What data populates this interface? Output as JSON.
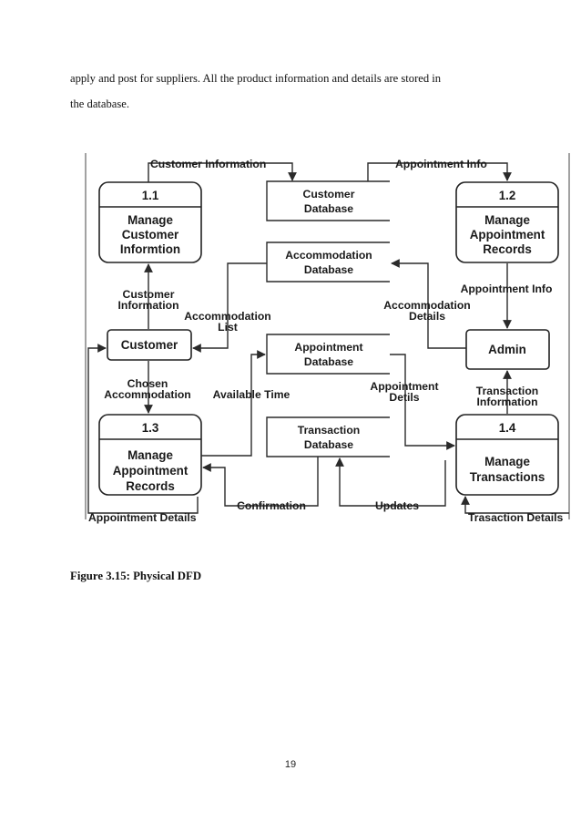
{
  "body_text": {
    "line1": "apply and post for suppliers. All the product information and details are stored in",
    "line2": "the database."
  },
  "diagram": {
    "processes": {
      "p11": {
        "id": "1.1",
        "line1": "Manage",
        "line2": "Customer",
        "line3": "Informtion"
      },
      "p12": {
        "id": "1.2",
        "line1": "Manage",
        "line2": "Appointment",
        "line3": "Records"
      },
      "p13": {
        "id": "1.3",
        "line1": "Manage",
        "line2": "Appointment",
        "line3": "Records"
      },
      "p14": {
        "id": "1.4",
        "line1": "Manage",
        "line2": "Transactions"
      }
    },
    "entities": {
      "customer": "Customer",
      "admin": "Admin"
    },
    "stores": {
      "customer_db": {
        "line1": "Customer",
        "line2": "Database"
      },
      "accommodation_db": {
        "line1": "Accommodation",
        "line2": "Database"
      },
      "appointment_db": {
        "line1": "Appointment",
        "line2": "Database"
      },
      "transaction_db": {
        "line1": "Transaction",
        "line2": "Database"
      }
    },
    "flows": {
      "customer_information_top": "Customer Information",
      "appointment_info_top": "Appointment Info",
      "customer_information_left": {
        "line1": "Customer",
        "line2": "Information"
      },
      "accommodation_list": {
        "line1": "Accommodation",
        "line2": "List"
      },
      "accommodation_details": {
        "line1": "Accommodation",
        "line2": "Details"
      },
      "appointment_info_right": "Appointment Info",
      "chosen_accommodation": {
        "line1": "Chosen",
        "line2": "Accommodation"
      },
      "available_time": "Available Time",
      "appointment_detils": {
        "line1": "Appointment",
        "line2": "Detils"
      },
      "transaction_information": {
        "line1": "Transaction",
        "line2": "Information"
      },
      "confirmation": "Confirmation",
      "updates": "Updates",
      "appointment_details": "Appointment Details",
      "trasaction_details": "Trasaction Details"
    }
  },
  "caption": "Figure 3.15: Physical DFD",
  "page_number": "19"
}
